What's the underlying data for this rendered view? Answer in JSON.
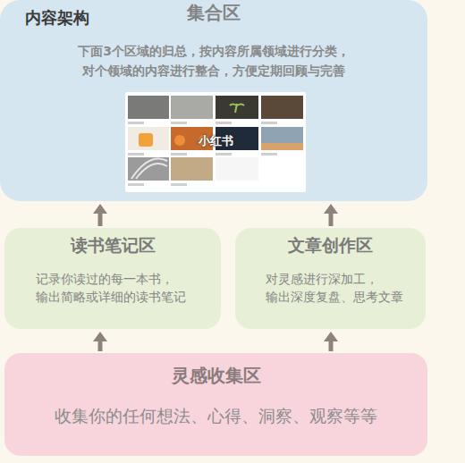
{
  "diagram": {
    "title": "内容架构",
    "nodes": [
      {
        "text": [
          "集合区",
          "下面3个区域的归总，按内容所属领域进行分类， 对个领域的内容进行整合，方便定期回顾与完善"
        ]
      },
      {
        "text": [
          "读书笔记区",
          "记录你读过的每一本书， 输出简略或详细的读书笔记"
        ]
      },
      {
        "text": [
          "文章创作区",
          "对灵感进行深加工， 输出深度复盘、思考文章"
        ]
      },
      {
        "text": [
          "灵感收集区",
          "收集你的任何想法、心得、洞察、观察等等"
        ]
      }
    ],
    "edges": [
      {
        "from": 3,
        "to": 1,
        "arrow": "to"
      },
      {
        "from": 3,
        "to": 2,
        "arrow": "to"
      },
      {
        "from": 1,
        "to": 0,
        "arrow": "to"
      },
      {
        "from": 2,
        "to": 0,
        "arrow": "to"
      }
    ],
    "labels": [
      "小红书"
    ]
  }
}
